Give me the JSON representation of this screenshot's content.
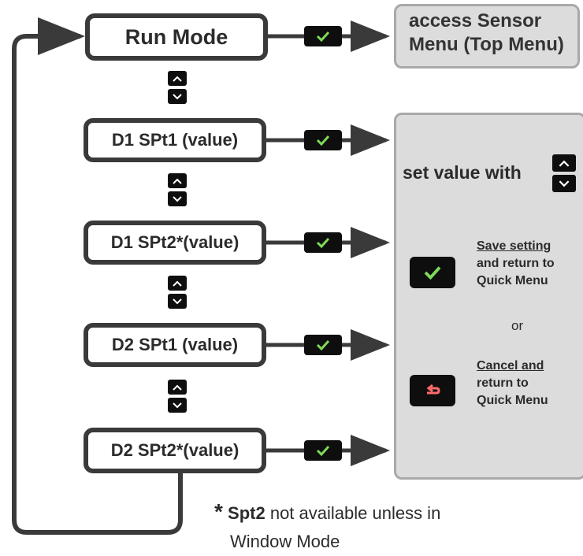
{
  "run_mode": "Run Mode",
  "access_line1": "access Sensor",
  "access_line2": "Menu (Top Menu)",
  "menu_items": [
    "D1 SPt1 (value)",
    "D1 SPt2*(value)",
    "D2 SPt1 (value)",
    "D2 SPt2*(value)"
  ],
  "set_value_with": "set value with",
  "save_line1": "Save setting",
  "save_line2": "and return to",
  "save_line3": "Quick Menu",
  "or_text": "or",
  "cancel_line1": "Cancel and",
  "cancel_line2": "return to",
  "cancel_line3": "Quick Menu",
  "footnote_star": "*",
  "footnote_bold": "Spt2",
  "footnote_rest": " not available unless in",
  "footnote_line2": "Window Mode",
  "colors": {
    "box_border": "#3a3a3a",
    "panel": "#dcdcdc",
    "key": "#0e0e0e",
    "check": "#7ed957",
    "back": "#ff6b6b"
  },
  "icons": {
    "confirm": "check-icon",
    "navigate": "up-down-arrows-icon",
    "cancel": "back-arrow-icon"
  }
}
